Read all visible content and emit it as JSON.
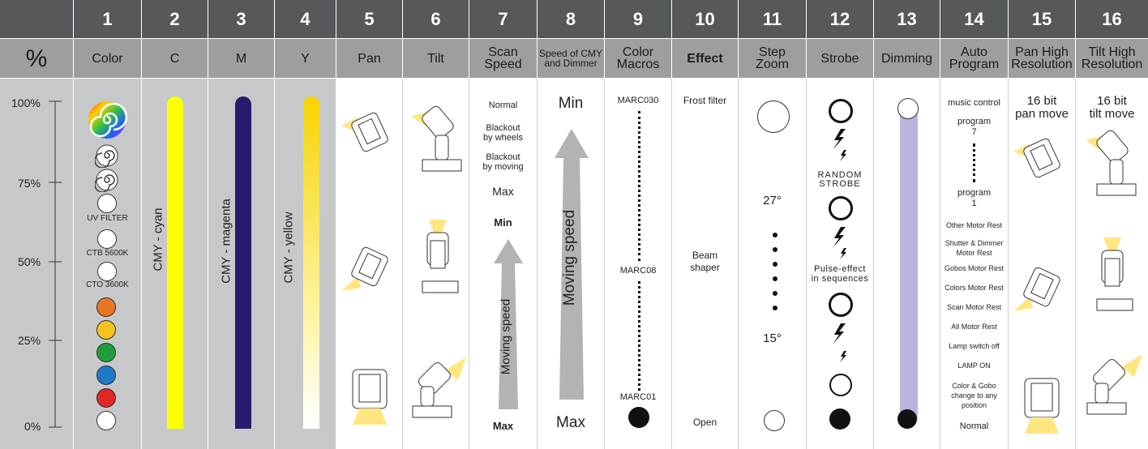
{
  "percent": {
    "header": "%",
    "ticks": [
      "100%",
      "75%",
      "50%",
      "25%",
      "0%"
    ]
  },
  "columns": [
    {
      "num": "1",
      "label": "Color"
    },
    {
      "num": "2",
      "label": "C"
    },
    {
      "num": "3",
      "label": "M"
    },
    {
      "num": "4",
      "label": "Y"
    },
    {
      "num": "5",
      "label": "Pan"
    },
    {
      "num": "6",
      "label": "Tilt"
    },
    {
      "num": "7",
      "label": "Scan\nSpeed"
    },
    {
      "num": "8",
      "label": "Speed of CMY\nand Dimmer"
    },
    {
      "num": "9",
      "label": "Color\nMacros"
    },
    {
      "num": "10",
      "label": "Effect"
    },
    {
      "num": "11",
      "label": "Step\nZoom"
    },
    {
      "num": "12",
      "label": "Strobe"
    },
    {
      "num": "13",
      "label": "Dimming"
    },
    {
      "num": "14",
      "label": "Auto\nProgram"
    },
    {
      "num": "15",
      "label": "Pan High\nResolution"
    },
    {
      "num": "16",
      "label": "Tilt High\nResolution"
    }
  ],
  "color": {
    "filters": [
      "UV FILTER",
      "CTB 5600K",
      "CTO 3600K"
    ],
    "dots": [
      "#e87722",
      "#f7c21b",
      "#1e9e3a",
      "#1f78c8",
      "#e02626",
      "#ffffff"
    ]
  },
  "cmy": {
    "cyan": {
      "label": "CMY - cyan",
      "color": "#ffff00"
    },
    "magenta": {
      "label": "CMY - magenta",
      "color": "#2a1a6e"
    },
    "yellow": {
      "label": "CMY - yellow",
      "color": "#f7d400"
    }
  },
  "scan": {
    "items": [
      "Normal",
      "Blackout\nby wheels",
      "Blackout\nby moving",
      "Max",
      "Min"
    ],
    "arrow_label": "Moving speed",
    "bottom": "Max"
  },
  "cmy_speed": {
    "top": "Min",
    "arrow_label": "Moving speed",
    "bottom": "Max"
  },
  "macros": {
    "top": "MARC030",
    "mid": "MARC08",
    "bottom": "MARC01"
  },
  "effect": {
    "frost": "Frost filter",
    "beam": "Beam\nshaper",
    "open": "Open"
  },
  "zoom": {
    "a": "27°",
    "b": "15°"
  },
  "strobe": {
    "random": "RANDOM\nSTROBE",
    "pulse": "Pulse-effect\nin sequences"
  },
  "auto": {
    "items": [
      "music control",
      "program\n7",
      "program\n1",
      "Other Motor Rest",
      "Shutter & Dimmer\nMotor Rest",
      "Gobos Motor Rest",
      "Colors Motor Rest",
      "Scan Motor Rest",
      "All Motor Rest",
      "Lamp switch off",
      "LAMP ON",
      "Color & Gobo\nchange to any\nposition",
      "Normal"
    ]
  },
  "pan_hi": {
    "label": "16 bit\npan move"
  },
  "tilt_hi": {
    "label": "16 bit\ntilt move"
  },
  "colors": {
    "header_dark": "#55595c",
    "header_light": "#9c9fa1",
    "grey_bg": "#c7c8c9",
    "dimmer": "#b8b6de"
  }
}
